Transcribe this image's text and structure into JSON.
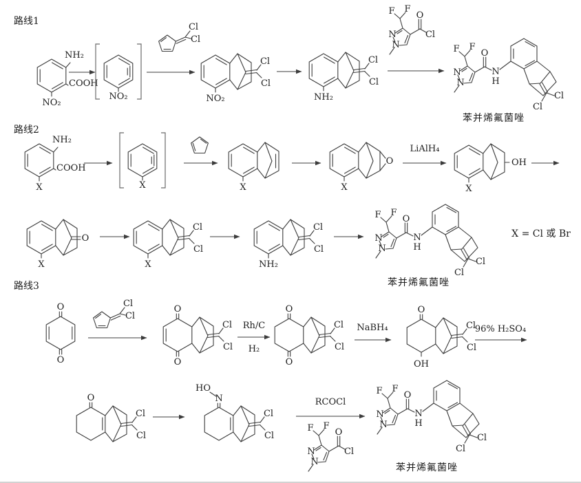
{
  "product_name": "苯并烯氟菌唑",
  "x_definition": "X = Cl 或 Br",
  "routes": {
    "r1": "路线1",
    "r2": "路线2",
    "r3": "路线3"
  },
  "conditions": {
    "lialh4": "LiAlH₄",
    "rhc": "Rh/C",
    "h2": "H₂",
    "nabh4": "NaBH₄",
    "h2so4": "96% H₂SO₄",
    "rcocl": "RCOCl"
  },
  "atoms": {
    "nh2": "NH₂",
    "cooh": "COOH",
    "no2": "NO₂",
    "cl": "Cl",
    "f": "F",
    "o": "O",
    "n": "N",
    "h": "H",
    "oh": "OH",
    "ho": "HO",
    "x": "X"
  }
}
